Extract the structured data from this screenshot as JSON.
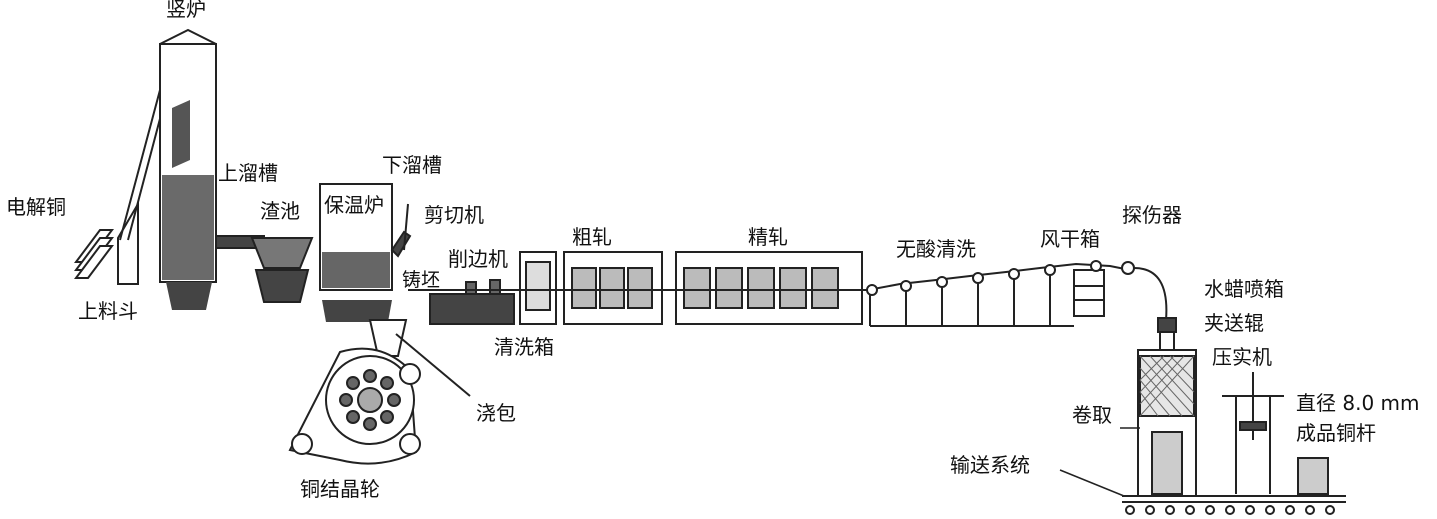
{
  "diagram": {
    "labels": {
      "shaft_furnace": "竖炉",
      "electrolytic_copper": "电解铜",
      "hopper": "上料斗",
      "upper_launder": "上溜槽",
      "slag_pool": "渣池",
      "holding_furnace": "保温炉",
      "lower_launder": "下溜槽",
      "billet": "铸坯",
      "shear": "剪切机",
      "edge_trimmer": "削边机",
      "cleaning_box": "清洗箱",
      "rough_rolling": "粗轧",
      "finish_rolling": "精轧",
      "acid_free_cleaning": "无酸清洗",
      "air_dry_box": "风干箱",
      "flaw_detector": "探伤器",
      "wax_spray_box": "水蜡喷箱",
      "pinch_roll": "夹送辊",
      "compactor": "压实机",
      "coiling": "卷取",
      "conveyor": "输送系统",
      "pouring_ladle": "浇包",
      "crystallizer_wheel": "铜结晶轮",
      "rod_diameter": "直径 8.0 mm",
      "finished_rod": "成品铜杆"
    }
  }
}
